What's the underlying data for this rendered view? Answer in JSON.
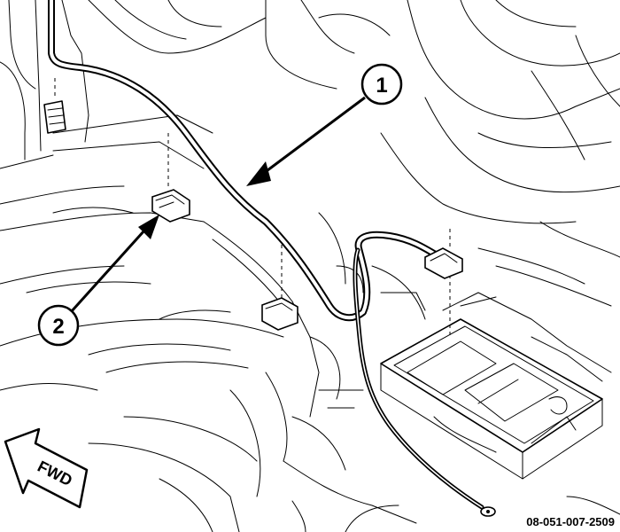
{
  "callouts": [
    {
      "number": "1"
    },
    {
      "number": "2"
    }
  ],
  "direction_label": "FWD",
  "figure_id": "08-051-007-2509"
}
